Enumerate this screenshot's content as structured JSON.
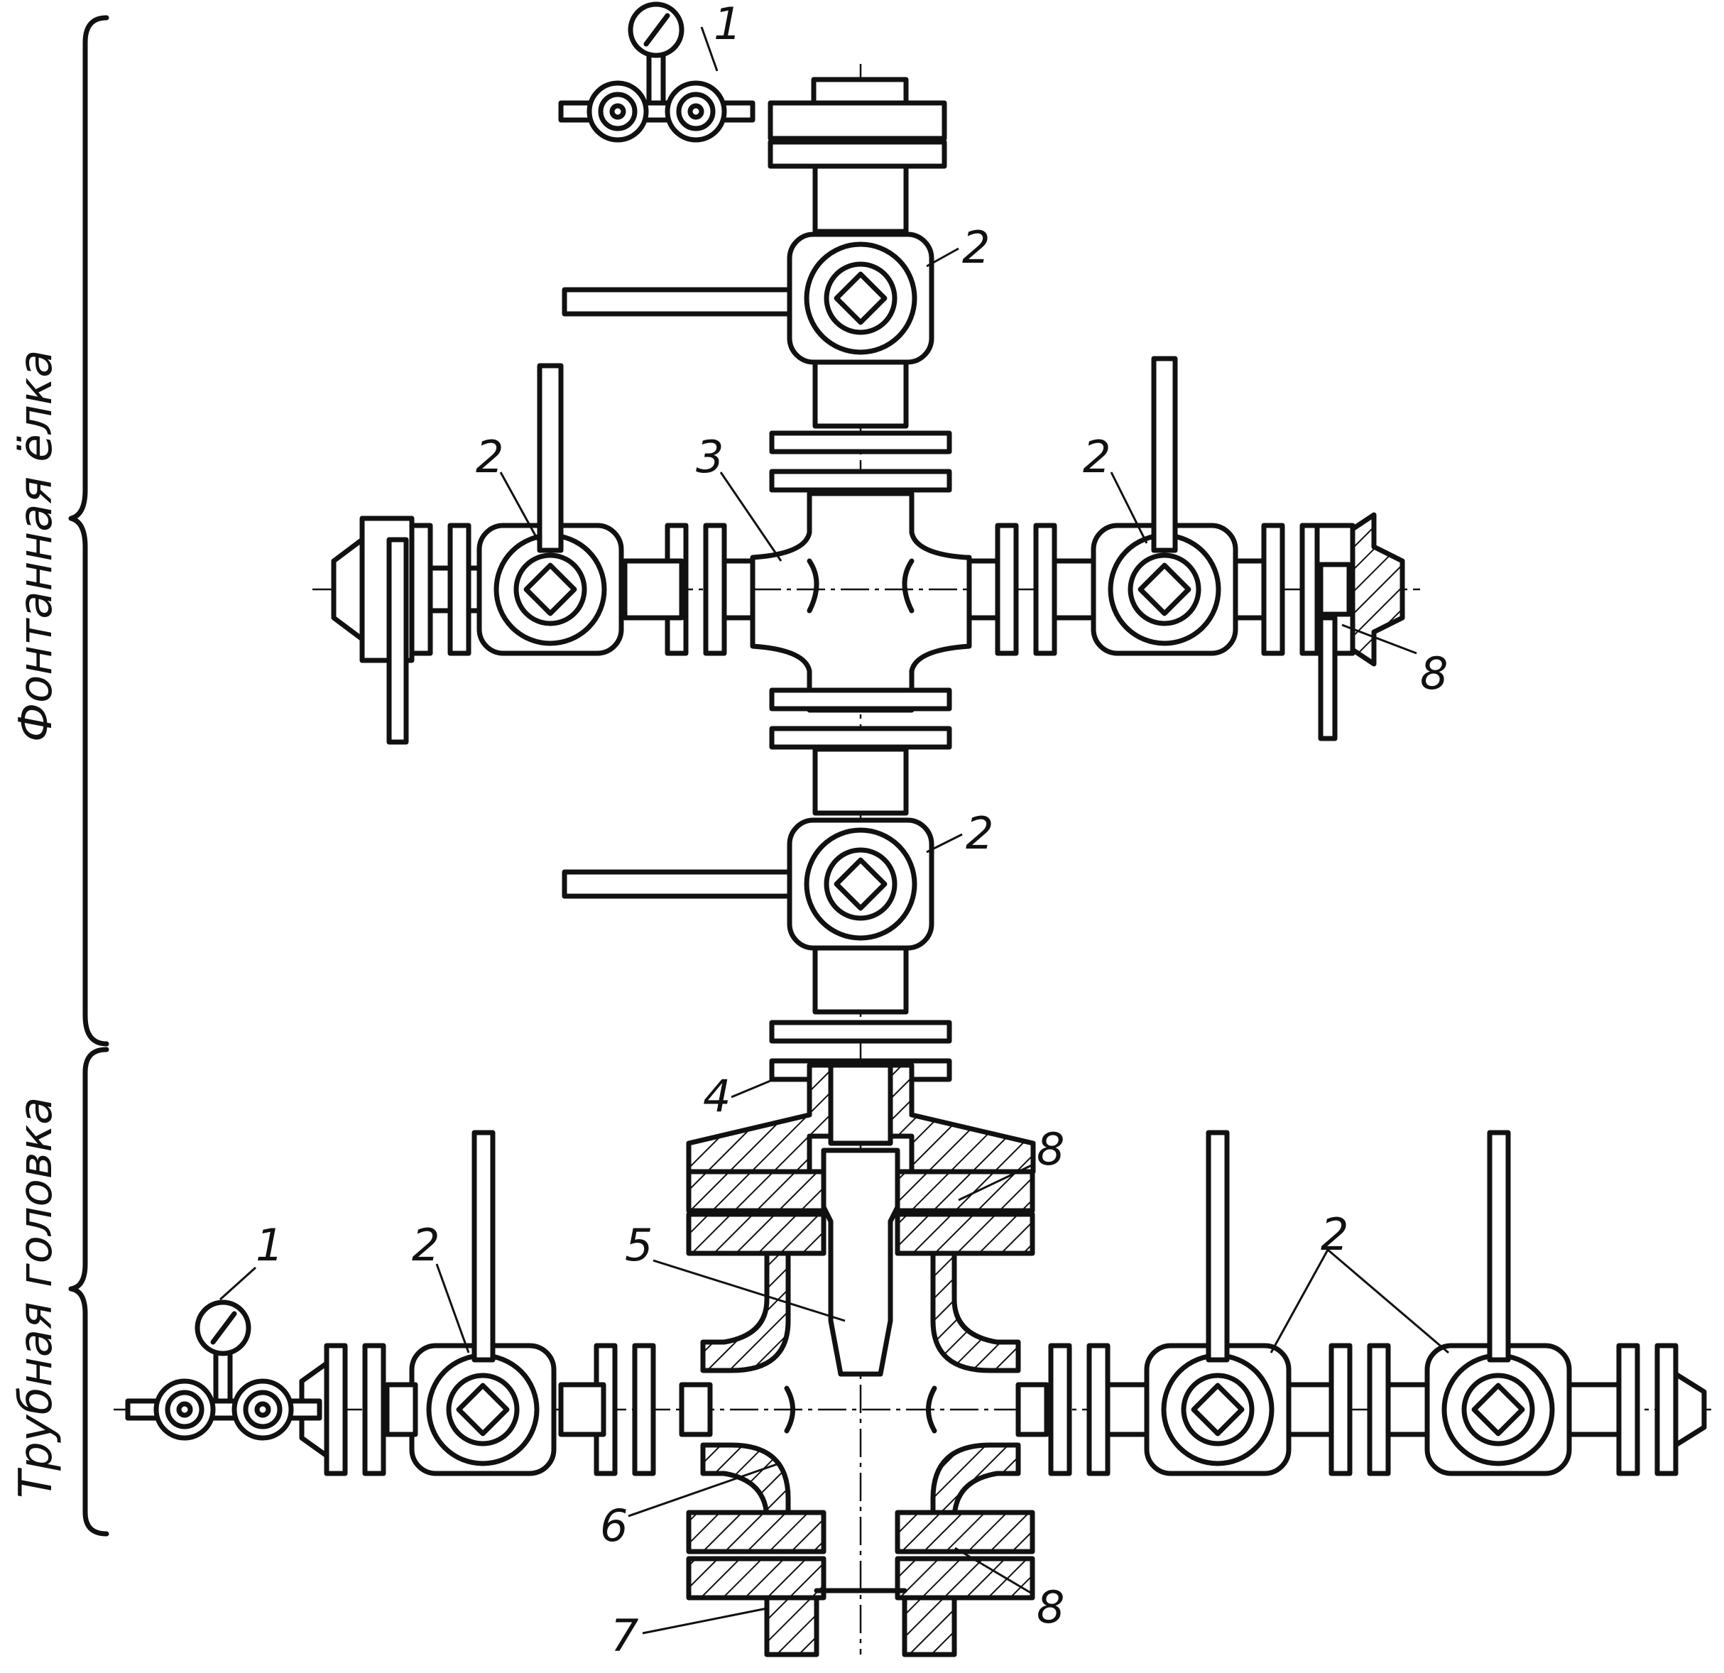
{
  "side_labels": {
    "upper": "Фонтанная ёлка",
    "lower": "Трубная головка"
  },
  "callouts": {
    "gauge_top": "1",
    "gauge_left": "1",
    "valve_top": "2",
    "valve_left_upper": "2",
    "valve_right_upper": "2",
    "valve_middle": "2",
    "valve_left_lower": "2",
    "valve_right_lower": "2",
    "cross_upper": "3",
    "flange_adapter": "4",
    "hanger_plug": "5",
    "cross_lower": "6",
    "casing_head": "7",
    "choke_right": "8",
    "seal_upper": "8",
    "seal_lower": "8"
  }
}
